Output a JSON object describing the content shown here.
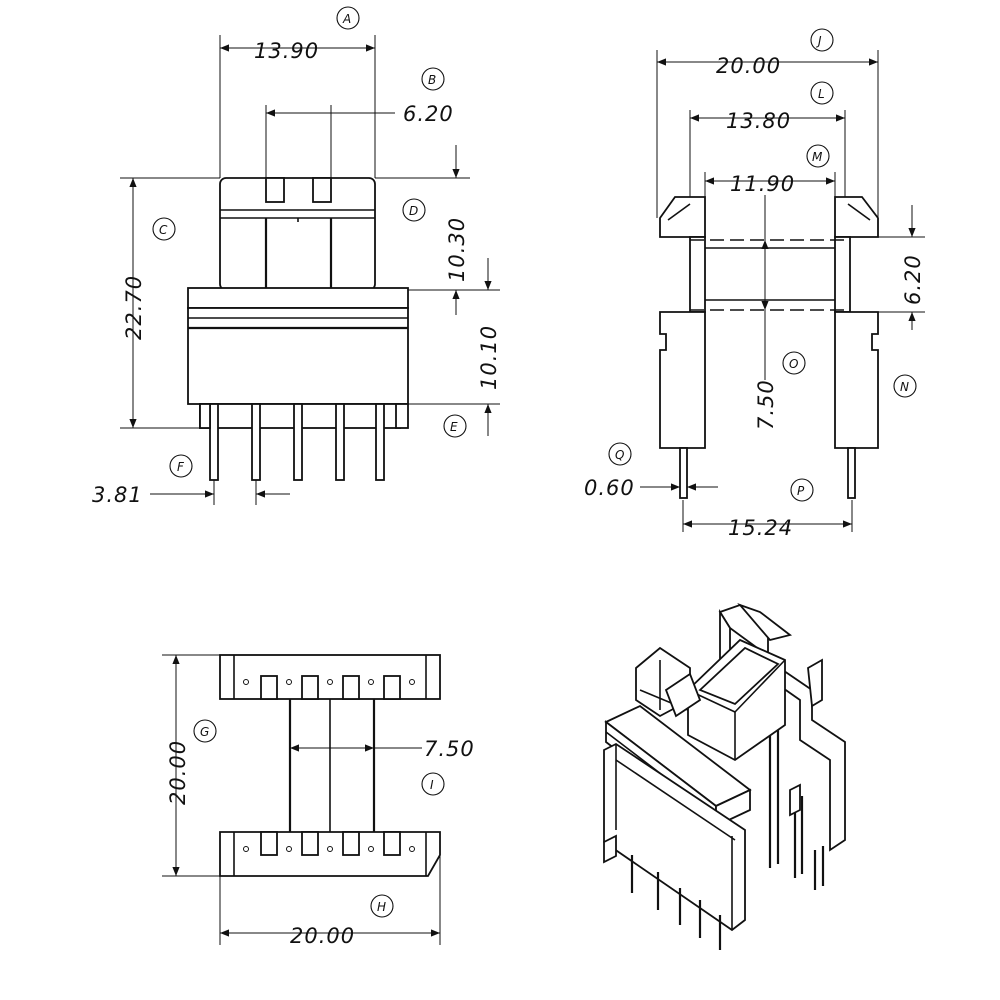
{
  "front_view": {
    "dims": {
      "a": "13.90",
      "b": "6.20",
      "c": "22.70",
      "d": "10.30",
      "e": "10.10",
      "f": "3.81"
    },
    "callouts": {
      "a": "A",
      "b": "B",
      "c": "C",
      "d": "D",
      "e": "E",
      "f": "F"
    }
  },
  "side_view": {
    "dims": {
      "j": "20.00",
      "l": "13.80",
      "m": "11.90",
      "n6": "6.20",
      "o": "7.50",
      "q": "0.60",
      "p": "15.24"
    },
    "callouts": {
      "j": "J",
      "l": "L",
      "m": "M",
      "n": "N",
      "o": "O",
      "p": "P",
      "q": "Q"
    }
  },
  "top_view": {
    "dims": {
      "g": "20.00",
      "i": "7.50",
      "h": "20.00"
    },
    "callouts": {
      "g": "G",
      "h": "H",
      "i": "I"
    }
  }
}
